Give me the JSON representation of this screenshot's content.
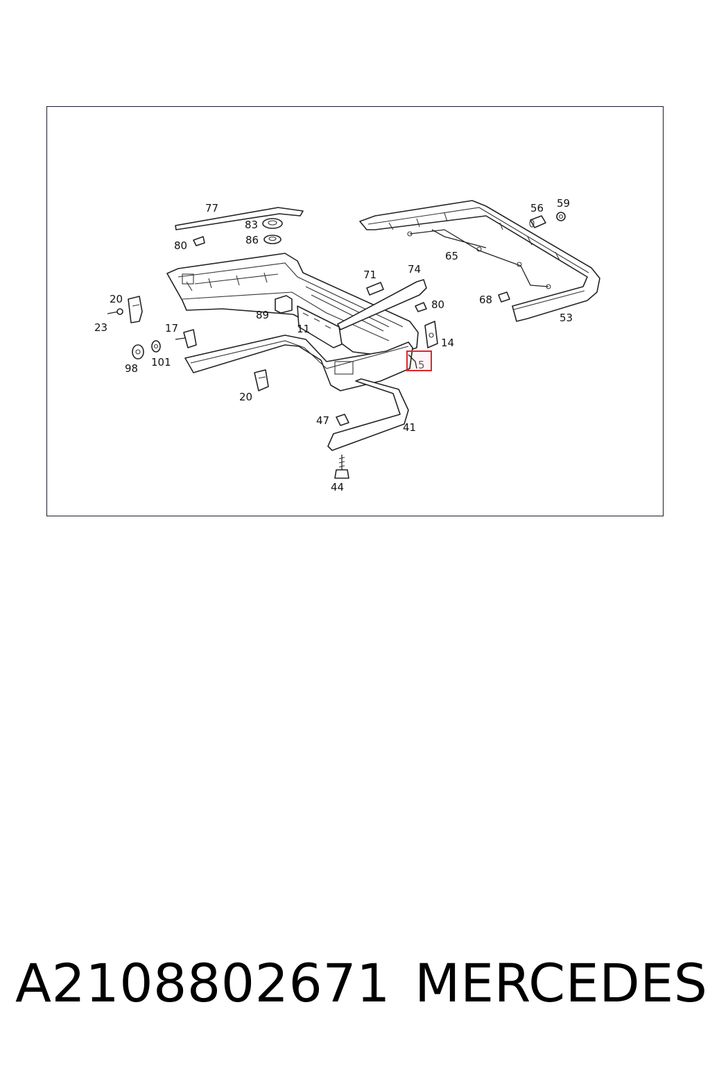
{
  "diagram": {
    "highlighted_callout": "5",
    "highlight_color": "#e0262b",
    "frame_color": "#1a1a2e",
    "callouts": {
      "c77": "77",
      "c83": "83",
      "c86": "86",
      "c80a": "80",
      "c56": "56",
      "c59": "59",
      "c65": "65",
      "c71": "71",
      "c74": "74",
      "c80b": "80",
      "c68": "68",
      "c53": "53",
      "c20a": "20",
      "c23": "23",
      "c17": "17",
      "c89": "89",
      "c11": "11",
      "c14": "14",
      "c98": "98",
      "c101": "101",
      "c20b": "20",
      "c47": "47",
      "c41": "41",
      "c44": "44"
    }
  },
  "footer": {
    "part_number": "A2108802671",
    "brand": "MERCEDES"
  }
}
